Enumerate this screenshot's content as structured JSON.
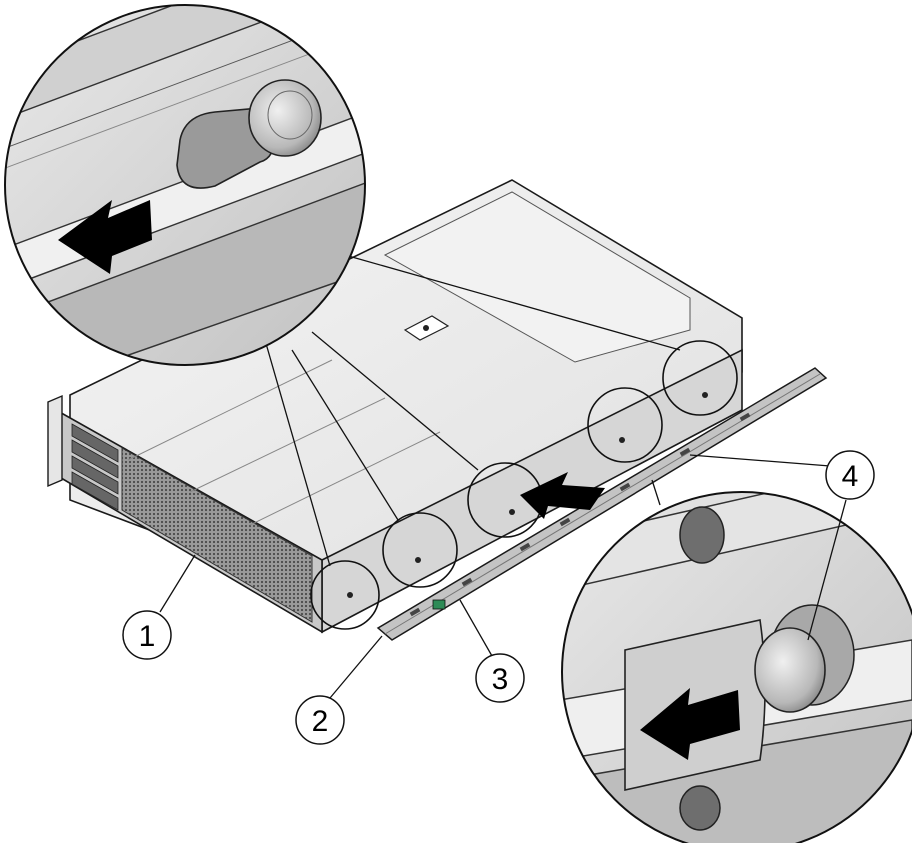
{
  "callouts": [
    {
      "id": "1",
      "label": "1"
    },
    {
      "id": "2",
      "label": "2"
    },
    {
      "id": "3",
      "label": "3"
    },
    {
      "id": "4",
      "label": "4"
    }
  ],
  "colors": {
    "chassis_top": "#ebebeb",
    "chassis_front": "#c9c9c9",
    "chassis_side": "#d8d8d8",
    "grille": "#7a7a7a",
    "rail": "#bdbdbd",
    "outline": "#1a1a1a",
    "magnifier_bg": "#d4d4d4",
    "arrow": "#000000"
  }
}
